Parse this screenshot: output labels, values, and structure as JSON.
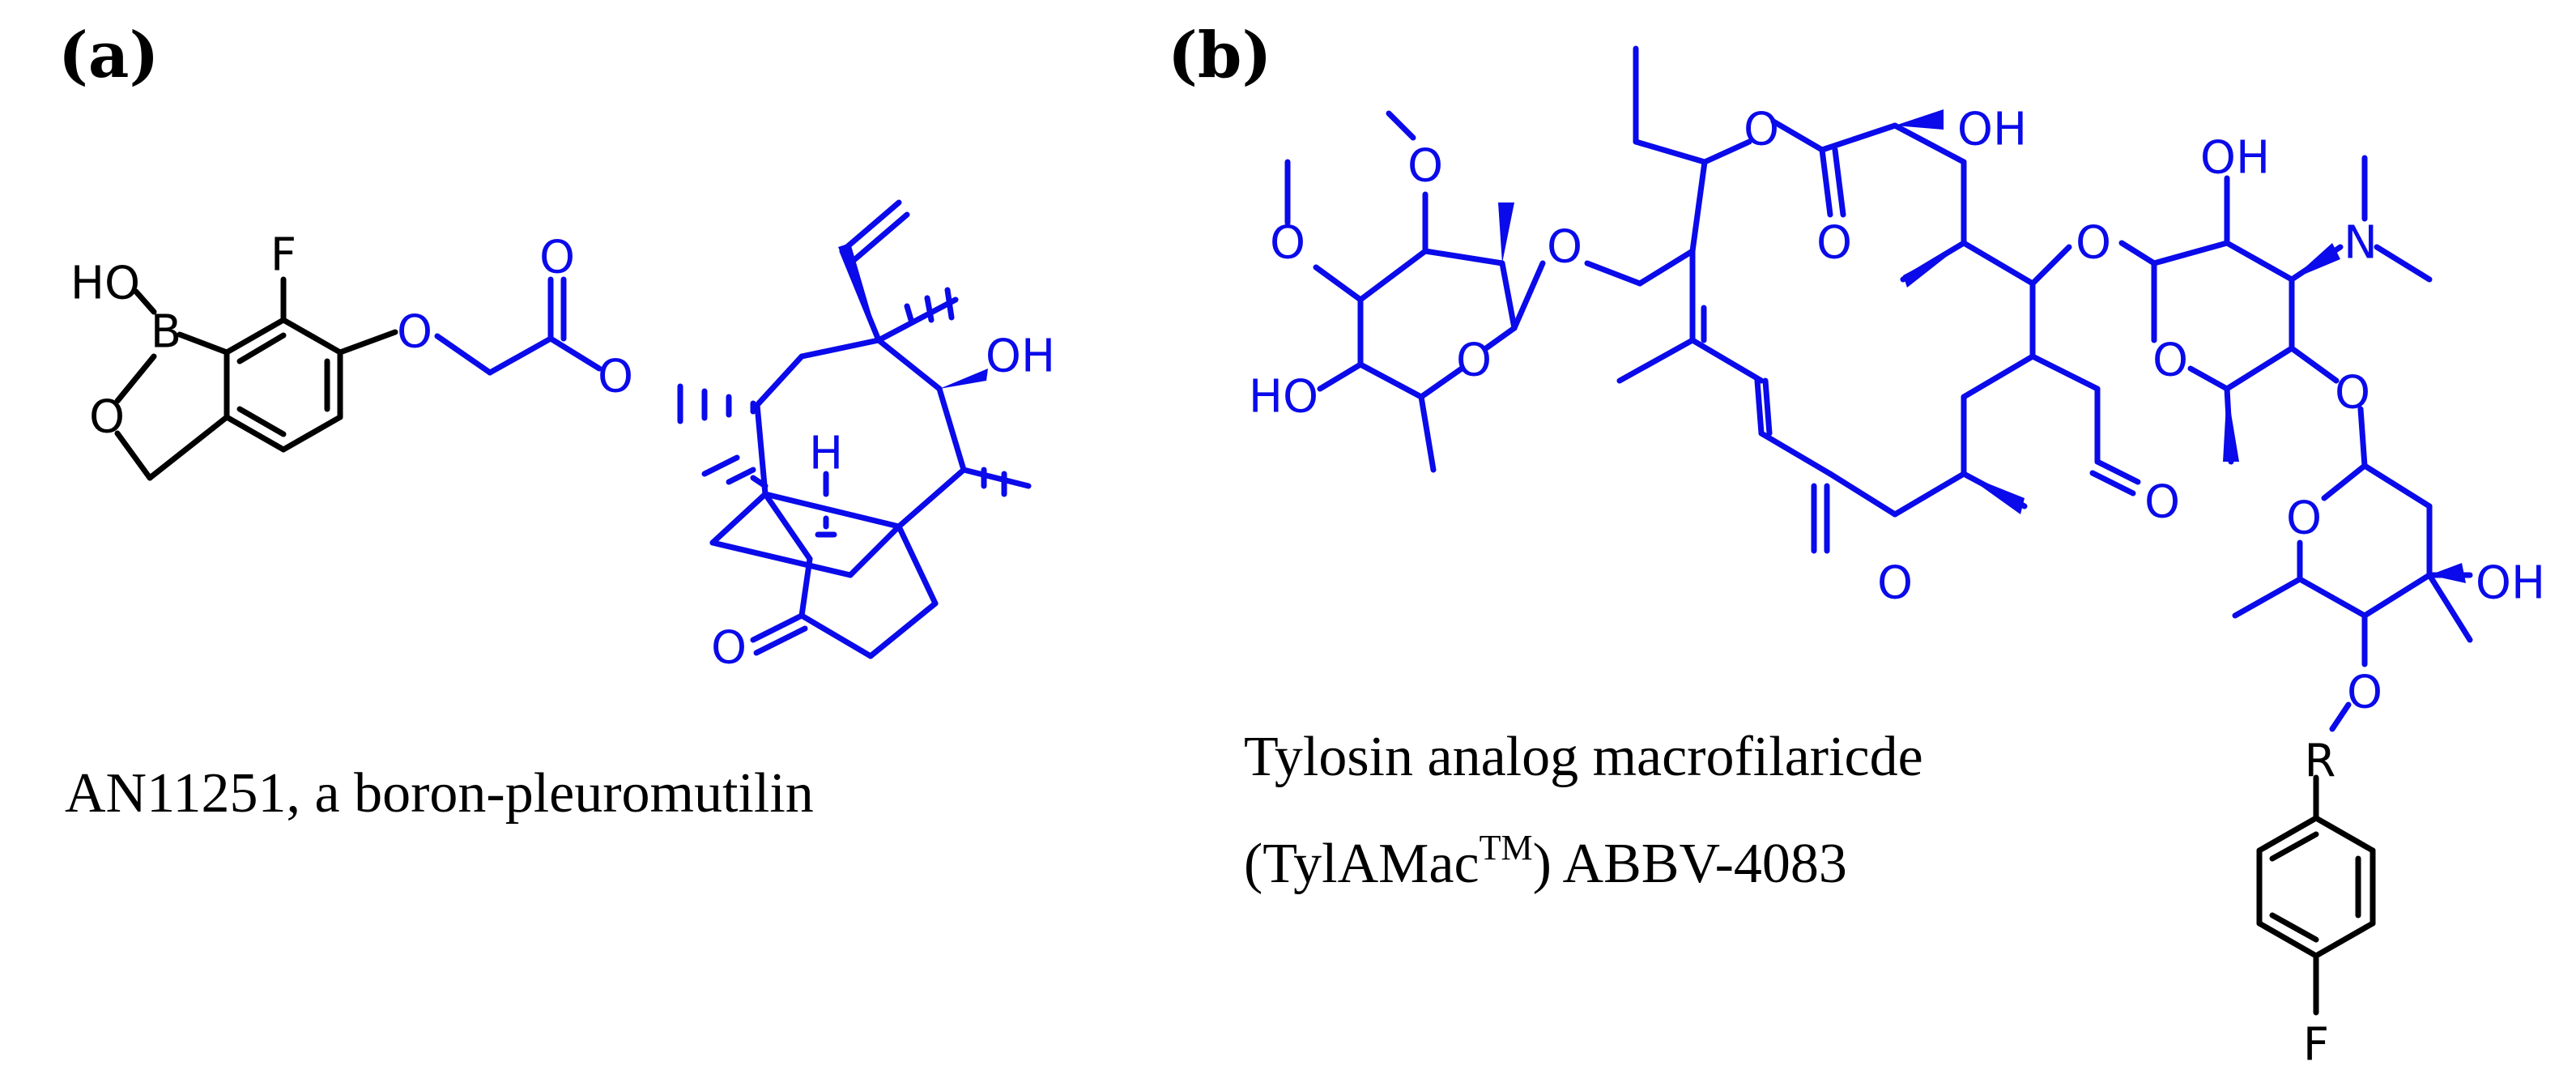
{
  "colors": {
    "highlight": "#0a0aea",
    "default": "#000000"
  },
  "panel_a": {
    "label": "(a)",
    "caption": "AN11251, a boron-pleuromutilin",
    "atoms": {
      "ho": "HO",
      "b": "B",
      "f": "F",
      "o_ring": "O",
      "o_ether": "O",
      "o_carbonyl": "O",
      "o_ester": "O",
      "oh": "OH",
      "h": "H",
      "o_ketone": "O"
    }
  },
  "panel_b": {
    "label": "(b)",
    "caption_line1": "Tylosin analog macrofilaricde",
    "caption_line2_prefix": "(TylAMac",
    "caption_line2_sup": "TM",
    "caption_line2_suffix": ") ABBV-4083",
    "atoms": {
      "o_methoxy_left": "O",
      "o_methoxy_top": "O",
      "ho_left": "HO",
      "o_sugar_ring": "O",
      "o_glyc": "O",
      "o_lactone": "O",
      "o_lactone_carbonyl": "O",
      "oh_top": "OH",
      "o_link": "O",
      "o_ketone": "O",
      "o_aldehyde": "O",
      "oh_sugar2": "OH",
      "n": "N",
      "o_sugar2_ring": "O",
      "o_sugar2_link": "O",
      "o_sugar3_ring": "O",
      "oh_sugar3": "OH",
      "r": "R",
      "o_r": "O",
      "f": "F"
    }
  }
}
